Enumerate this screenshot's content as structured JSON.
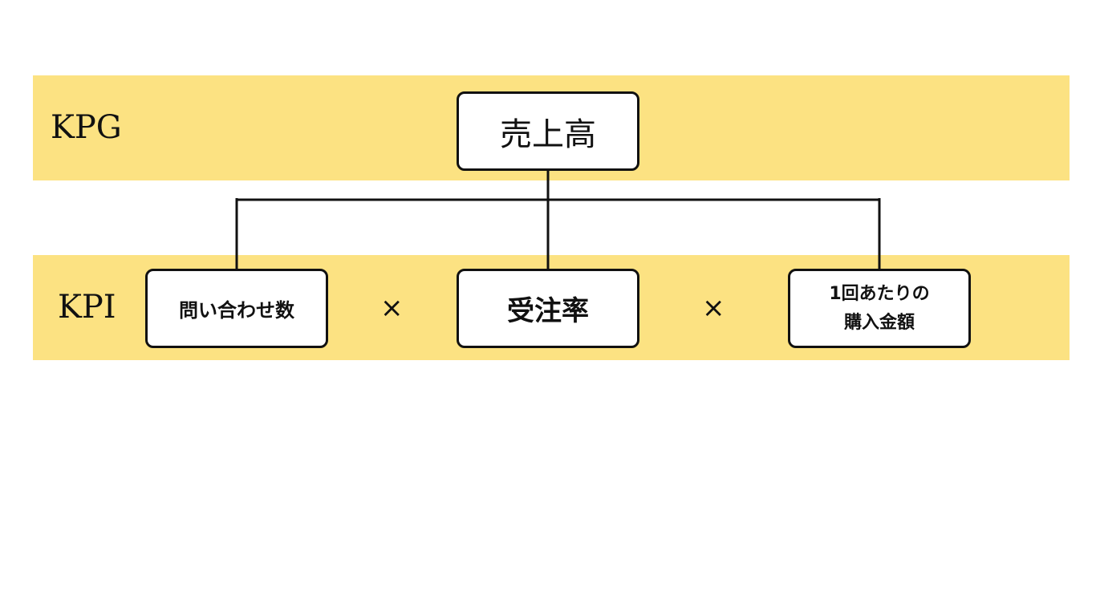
{
  "colors": {
    "band": "#fce282",
    "stroke": "#111111",
    "node_fill": "#ffffff",
    "background": "#ffffff"
  },
  "levels": {
    "kpg_label": "KPG",
    "kpi_label": "KPI"
  },
  "nodes": {
    "root": "売上高",
    "inquiries": "問い合わせ数",
    "order_rate": "受注率",
    "purchase_line1": "1回あたりの",
    "purchase_line2": "購入金額"
  },
  "operators": {
    "multiply_1": "×",
    "multiply_2": "×"
  }
}
